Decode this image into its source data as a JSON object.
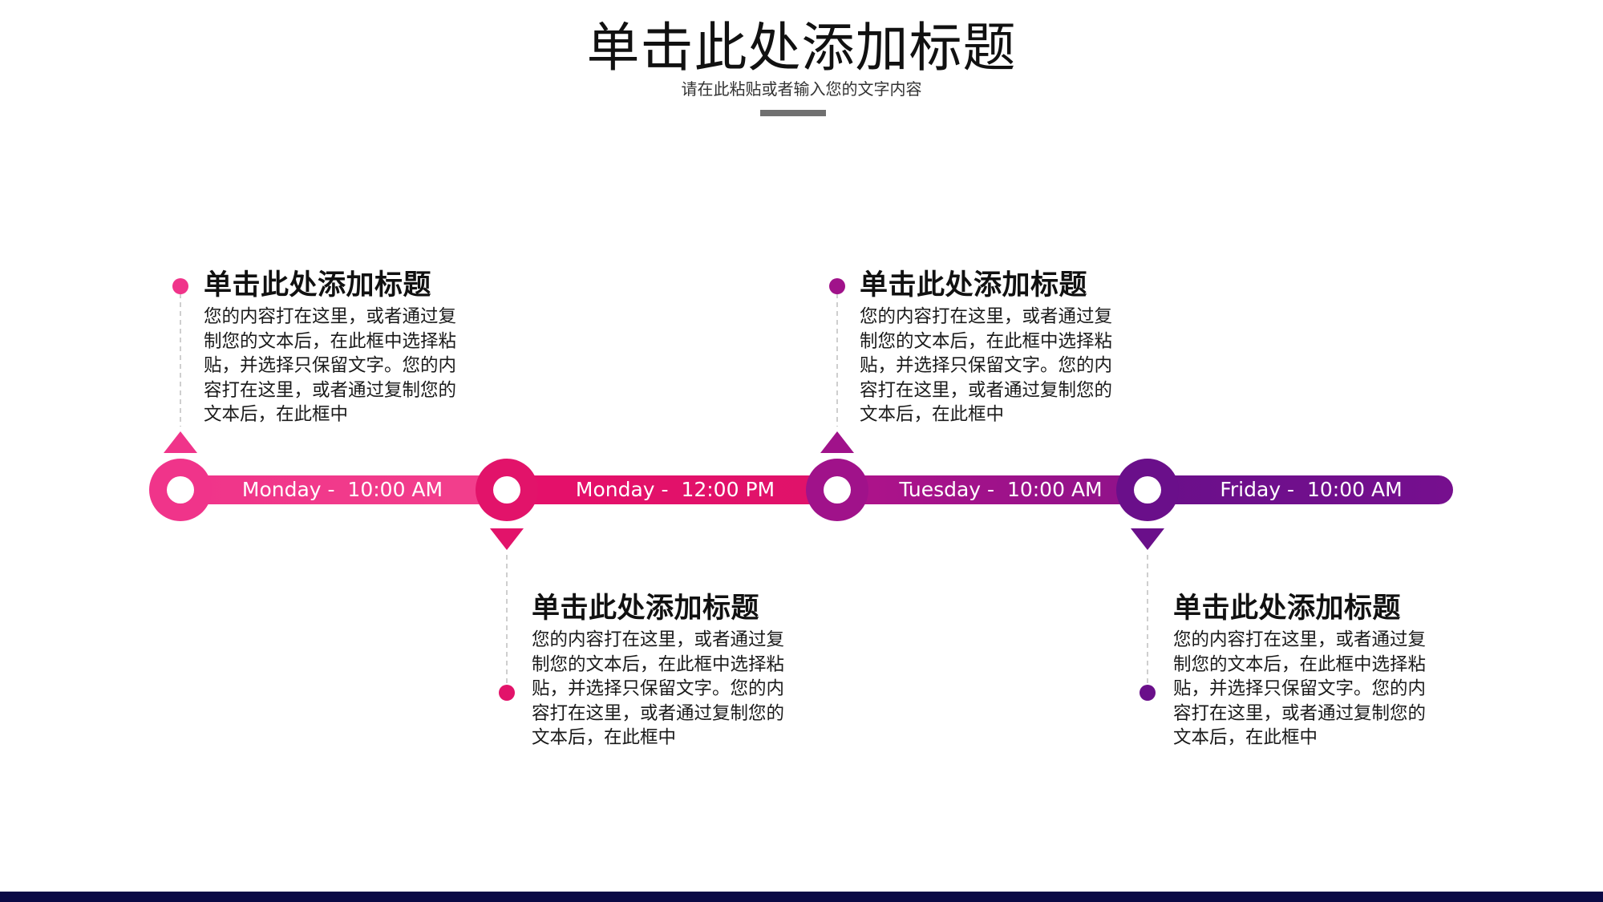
{
  "header": {
    "title": "单击此处添加标题",
    "subtitle": "请在此粘贴或者输入您的文字内容"
  },
  "colors": {
    "pink": "#f0348a",
    "crimson": "#e2136a",
    "magenta": "#a0128a",
    "purple": "#6a0f8a",
    "bottom_bar": "#0b0a45"
  },
  "timeline": {
    "segments": [
      {
        "label": "Monday -  10:00 AM",
        "color": "#f0348a"
      },
      {
        "label": "Monday -  12:00 PM",
        "color": "#e2136a"
      },
      {
        "label": "Tuesday -  10:00 AM",
        "color": "#a0128a"
      },
      {
        "label": "Friday -  10:00 AM",
        "color": "#6a0f8a"
      }
    ]
  },
  "cards": [
    {
      "title": "单击此处添加标题",
      "body": "您的内容打在这里，或者通过复制您的文本后，在此框中选择粘贴，并选择只保留文字。您的内容打在这里，或者通过复制您的文本后，在此框中"
    },
    {
      "title": "单击此处添加标题",
      "body": "您的内容打在这里，或者通过复制您的文本后，在此框中选择粘贴，并选择只保留文字。您的内容打在这里，或者通过复制您的文本后，在此框中"
    },
    {
      "title": "单击此处添加标题",
      "body": "您的内容打在这里，或者通过复制您的文本后，在此框中选择粘贴，并选择只保留文字。您的内容打在这里，或者通过复制您的文本后，在此框中"
    },
    {
      "title": "单击此处添加标题",
      "body": "您的内容打在这里，或者通过复制您的文本后，在此框中选择粘贴，并选择只保留文字。您的内容打在这里，或者通过复制您的文本后，在此框中"
    }
  ]
}
